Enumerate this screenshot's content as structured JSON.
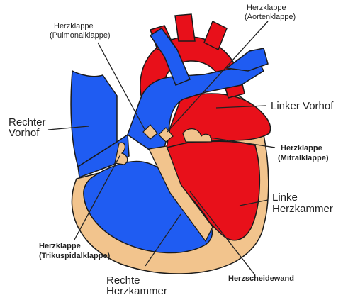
{
  "colors": {
    "deoxygenated": "#1f5cf2",
    "oxygenated": "#e8101a",
    "wall": "#f2c48d",
    "outline": "#1a1a1a",
    "background": "#ffffff"
  },
  "labels": {
    "pulmonary_valve": [
      "Herzklappe",
      "(Pulmonalklappe)"
    ],
    "aortic_valve": [
      "Herzklappe",
      "(Aortenklappe)"
    ],
    "right_atrium": [
      "Rechter",
      "Vorhof"
    ],
    "left_atrium": "Linker Vorhof",
    "mitral_valve": [
      "Herzklappe",
      "(Mitralklappe)"
    ],
    "left_ventricle": [
      "Linke",
      "Herzkammer"
    ],
    "tricuspid_valve": [
      "Herzklappe",
      "(Trikuspidalklappe)"
    ],
    "right_ventricle": [
      "Rechte",
      "Herzkammer"
    ],
    "septum": "Herzscheidewand"
  }
}
